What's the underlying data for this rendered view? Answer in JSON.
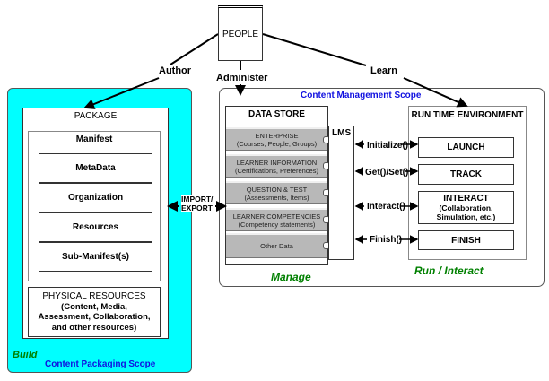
{
  "people": {
    "label": "PEOPLE"
  },
  "roles": {
    "author": "Author",
    "administer": "Administer",
    "learn": "Learn"
  },
  "build": {
    "scope_label": "Content Packaging Scope",
    "phase_label": "Build",
    "package_title": "PACKAGE",
    "manifest_title": "Manifest",
    "manifest_items": [
      "MetaData",
      "Organization",
      "Resources",
      "Sub-Manifest(s)"
    ],
    "physical_resources": {
      "title": "PHYSICAL RESOURCES",
      "line1": "(Content, Media,",
      "line2": "Assessment,  Collaboration,",
      "line3": "and other resources)"
    }
  },
  "import_export": {
    "line1": "IMPORT/",
    "line2": "EXPORT"
  },
  "manage": {
    "scope_label": "Content Management Scope",
    "phase_label": "Manage",
    "data_store_title": "DATA STORE",
    "data_store_items": [
      {
        "title": "ENTERPRISE",
        "detail": "(Courses, People, Groups)"
      },
      {
        "title": "LEARNER INFORMATION",
        "detail": "(Certifications, Preferences)"
      },
      {
        "title": "QUESTION & TEST",
        "detail": "(Assessments, Items)"
      },
      {
        "title": "LEARNER COMPETENCIES",
        "detail": "(Competency statements)"
      },
      {
        "title": "Other Data",
        "detail": ""
      }
    ],
    "lms_label": "LMS"
  },
  "api_calls": [
    "Initialize()",
    "Get()/Set()",
    "Interact()",
    "Finish()"
  ],
  "run": {
    "phase_label": "Run / Interact",
    "rte_title": "RUN TIME ENVIRONMENT",
    "items": [
      {
        "title": "LAUNCH",
        "detail": ""
      },
      {
        "title": "TRACK",
        "detail": ""
      },
      {
        "title": "INTERACT",
        "detail": "(Collaboration, Simulation, etc.)",
        "detail1": "(Collaboration,",
        "detail2": "Simulation, etc.)"
      },
      {
        "title": "FINISH",
        "detail": ""
      }
    ]
  },
  "colors": {
    "build_scope_fill": "#00ffff",
    "scope_label": "#1010e0",
    "phase_label": "#008000",
    "data_store_fill": "#b8b8b8"
  }
}
